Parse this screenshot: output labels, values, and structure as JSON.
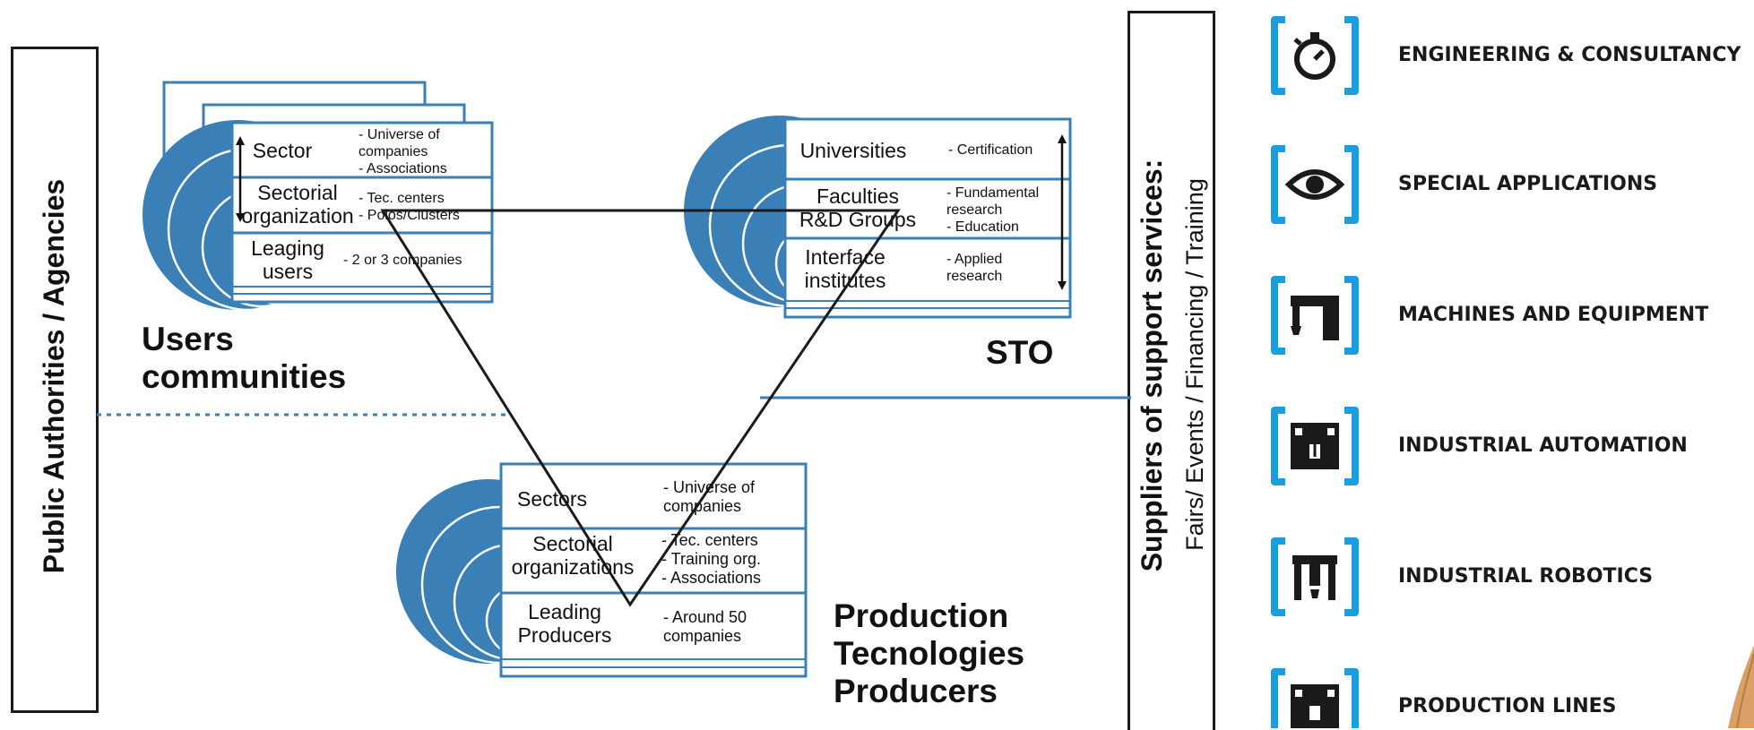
{
  "colors": {
    "blue": "#3a7fb5",
    "line": "#1b1b1b",
    "accent": "#1a9ee0"
  },
  "left_box": {
    "label": "Public Authorities / Agencies"
  },
  "right_box": {
    "title": "Suppliers of support services:",
    "subtitle": "Fairs/ Events / Financing / Training"
  },
  "users": {
    "title_line1": "Users",
    "title_line2": "communities",
    "rows": [
      {
        "label": "Sector",
        "note": "- Universe of\ncompanies\n- Associations"
      },
      {
        "label": "Sectorial\norganization",
        "note": "- Tec. centers\n- Polos/Clusters"
      },
      {
        "label": "Leaging\nusers",
        "note": "- 2 or 3 companies"
      }
    ]
  },
  "sto": {
    "title": "STO",
    "rows": [
      {
        "label": "Universities",
        "note": "- Certification"
      },
      {
        "label": "Faculties\nR&D Groups",
        "note": "- Fundamental\nresearch\n- Education"
      },
      {
        "label": "Interface\ninstitutes",
        "note": "- Applied\nresearch"
      }
    ]
  },
  "producers": {
    "title_line1": "Production",
    "title_line2": "Tecnologies",
    "title_line3": "Producers",
    "rows": [
      {
        "label": "Sectors",
        "note": "- Universe of\ncompanies"
      },
      {
        "label": "Sectorial\norganizations",
        "note": "- Tec. centers\n- Training org.\n- Associations"
      },
      {
        "label": "Leading\nProducers",
        "note": "- Around 50\ncompanies"
      }
    ]
  },
  "services": [
    {
      "label": "ENGINEERING & CONSULTANCY",
      "icon": "stopwatch-icon"
    },
    {
      "label": "SPECIAL APPLICATIONS",
      "icon": "eye-icon"
    },
    {
      "label": "MACHINES AND EQUIPMENT",
      "icon": "machine-icon"
    },
    {
      "label": "INDUSTRIAL AUTOMATION",
      "icon": "automation-icon"
    },
    {
      "label": "INDUSTRIAL ROBOTICS",
      "icon": "robotics-icon"
    },
    {
      "label": "PRODUCTION LINES",
      "icon": "production-line-icon"
    }
  ]
}
